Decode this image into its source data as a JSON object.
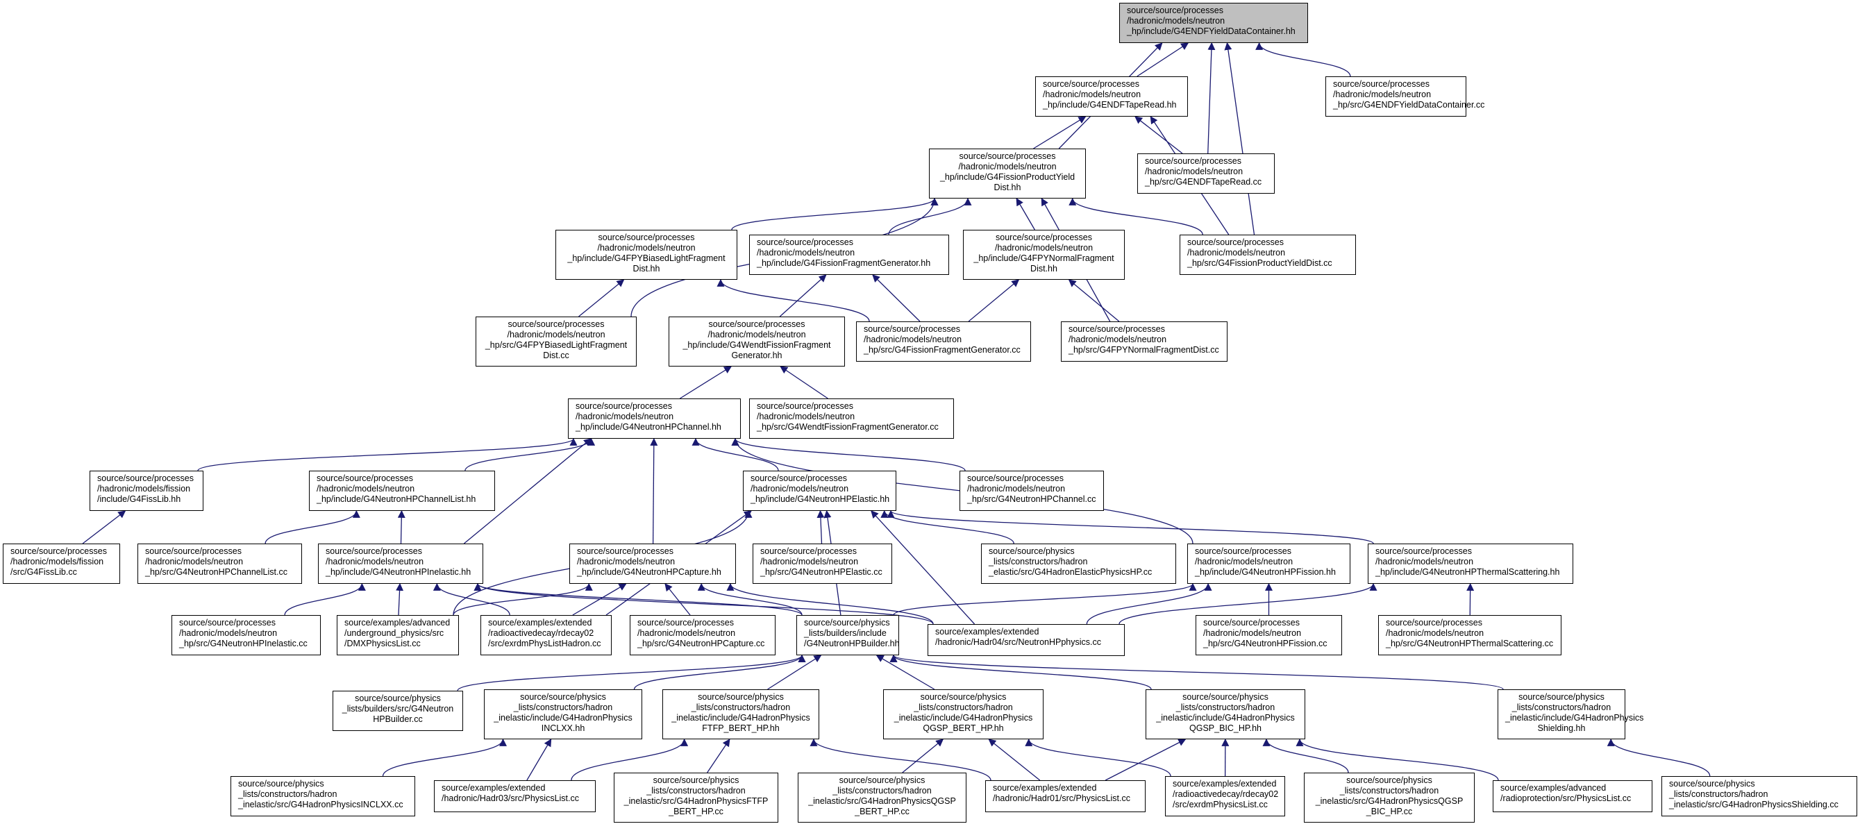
{
  "graph": {
    "edge_color": "#191970",
    "root_fill": "#bfbfbf",
    "nodes": [
      {
        "id": "root",
        "text": "source/source/processes\n/hadronic/models/neutron\n_hp/include/G4ENDFYieldDataContainer.hh",
        "root": true,
        "align": "left"
      },
      {
        "id": "endfcc",
        "text": "source/source/processes\n/hadronic/models/neutron\n_hp/src/G4ENDFYieldDataContainer.cc",
        "align": "left"
      },
      {
        "id": "tapehh",
        "text": "source/source/processes\n/hadronic/models/neutron\n_hp/include/G4ENDFTapeRead.hh",
        "align": "left"
      },
      {
        "id": "fpyhh",
        "text": "source/source/processes\n/hadronic/models/neutron\n_hp/include/G4FissionProductYield\nDist.hh",
        "align": "center"
      },
      {
        "id": "tapecc",
        "text": "source/source/processes\n/hadronic/models/neutron\n_hp/src/G4ENDFTapeRead.cc",
        "align": "left"
      },
      {
        "id": "biasedhh",
        "text": "source/source/processes\n/hadronic/models/neutron\n_hp/include/G4FPYBiasedLightFragment\nDist.hh",
        "align": "center"
      },
      {
        "id": "genhh",
        "text": "source/source/processes\n/hadronic/models/neutron\n_hp/include/G4FissionFragmentGenerator.hh",
        "align": "left"
      },
      {
        "id": "normalhh",
        "text": "source/source/processes\n/hadronic/models/neutron\n_hp/include/G4FPYNormalFragment\nDist.hh",
        "align": "center"
      },
      {
        "id": "fpycc",
        "text": "source/source/processes\n/hadronic/models/neutron\n_hp/src/G4FissionProductYieldDist.cc",
        "align": "left"
      },
      {
        "id": "biasedcc",
        "text": "source/source/processes\n/hadronic/models/neutron\n_hp/src/G4FPYBiasedLightFragment\nDist.cc",
        "align": "center"
      },
      {
        "id": "wendthh",
        "text": "source/source/processes\n/hadronic/models/neutron\n_hp/include/G4WendtFissionFragment\nGenerator.hh",
        "align": "center"
      },
      {
        "id": "gencc",
        "text": "source/source/processes\n/hadronic/models/neutron\n_hp/src/G4FissionFragmentGenerator.cc",
        "align": "left"
      },
      {
        "id": "normalcc",
        "text": "source/source/processes\n/hadronic/models/neutron\n_hp/src/G4FPYNormalFragmentDist.cc",
        "align": "left"
      },
      {
        "id": "chanhh",
        "text": "source/source/processes\n/hadronic/models/neutron\n_hp/include/G4NeutronHPChannel.hh",
        "align": "left"
      },
      {
        "id": "wendtcc",
        "text": "source/source/processes\n/hadronic/models/neutron\n_hp/src/G4WendtFissionFragmentGenerator.cc",
        "align": "left"
      },
      {
        "id": "fisslibhh",
        "text": "source/source/processes\n/hadronic/models/fission\n/include/G4FissLib.hh",
        "align": "left"
      },
      {
        "id": "chanlisthh",
        "text": "source/source/processes\n/hadronic/models/neutron\n_hp/include/G4NeutronHPChannelList.hh",
        "align": "left"
      },
      {
        "id": "elastichh",
        "text": "source/source/processes\n/hadronic/models/neutron\n_hp/include/G4NeutronHPElastic.hh",
        "align": "left"
      },
      {
        "id": "chancc",
        "text": "source/source/processes\n/hadronic/models/neutron\n_hp/src/G4NeutronHPChannel.cc",
        "align": "left"
      },
      {
        "id": "fisslibcc",
        "text": "source/source/processes\n/hadronic/models/fission\n/src/G4FissLib.cc",
        "align": "left"
      },
      {
        "id": "chanlistcc",
        "text": "source/source/processes\n/hadronic/models/neutron\n_hp/src/G4NeutronHPChannelList.cc",
        "align": "left"
      },
      {
        "id": "inelastichh",
        "text": "source/source/processes\n/hadronic/models/neutron\n_hp/include/G4NeutronHPInelastic.hh",
        "align": "left"
      },
      {
        "id": "capturehh",
        "text": "source/source/processes\n/hadronic/models/neutron\n_hp/include/G4NeutronHPCapture.hh",
        "align": "left"
      },
      {
        "id": "elasticcc",
        "text": "source/source/processes\n/hadronic/models/neutron\n_hp/src/G4NeutronHPElastic.cc",
        "align": "left"
      },
      {
        "id": "elasticphyshp",
        "text": "source/source/physics\n_lists/constructors/hadron\n_elastic/src/G4HadronElasticPhysicsHP.cc",
        "align": "left"
      },
      {
        "id": "fissionhh",
        "text": "source/source/processes\n/hadronic/models/neutron\n_hp/include/G4NeutronHPFission.hh",
        "align": "left"
      },
      {
        "id": "thermalhh",
        "text": "source/source/processes\n/hadronic/models/neutron\n_hp/include/G4NeutronHPThermalScattering.hh",
        "align": "left"
      },
      {
        "id": "inelasticcc",
        "text": "source/source/processes\n/hadronic/models/neutron\n_hp/src/G4NeutronHPInelastic.cc",
        "align": "left"
      },
      {
        "id": "dmx",
        "text": "source/examples/advanced\n/underground_physics/src\n/DMXPhysicsList.cc",
        "align": "left"
      },
      {
        "id": "exrdmhadron",
        "text": "source/examples/extended\n/radioactivedecay/rdecay02\n/src/exrdmPhysListHadron.cc",
        "align": "left"
      },
      {
        "id": "capturecc",
        "text": "source/source/processes\n/hadronic/models/neutron\n_hp/src/G4NeutronHPCapture.cc",
        "align": "left"
      },
      {
        "id": "builderhh",
        "text": "source/source/physics\n_lists/builders/include\n/G4NeutronHPBuilder.hh",
        "align": "left"
      },
      {
        "id": "nhpphysics",
        "text": "source/examples/extended\n/hadronic/Hadr04/src/NeutronHPphysics.cc",
        "align": "left"
      },
      {
        "id": "fissioncc",
        "text": "source/source/processes\n/hadronic/models/neutron\n_hp/src/G4NeutronHPFission.cc",
        "align": "left"
      },
      {
        "id": "thermalcc",
        "text": "source/source/processes\n/hadronic/models/neutron\n_hp/src/G4NeutronHPThermalScattering.cc",
        "align": "left"
      },
      {
        "id": "buildercc",
        "text": "source/source/physics\n_lists/builders/src/G4Neutron\nHPBuilder.cc",
        "align": "center"
      },
      {
        "id": "inclxxhh",
        "text": "source/source/physics\n_lists/constructors/hadron\n_inelastic/include/G4HadronPhysics\nINCLXX.hh",
        "align": "center"
      },
      {
        "id": "ftfphh",
        "text": "source/source/physics\n_lists/constructors/hadron\n_inelastic/include/G4HadronPhysics\nFTFP_BERT_HP.hh",
        "align": "center"
      },
      {
        "id": "qgspberthh",
        "text": "source/source/physics\n_lists/constructors/hadron\n_inelastic/include/G4HadronPhysics\nQGSP_BERT_HP.hh",
        "align": "center"
      },
      {
        "id": "qgspbichh",
        "text": "source/source/physics\n_lists/constructors/hadron\n_inelastic/include/G4HadronPhysics\nQGSP_BIC_HP.hh",
        "align": "center"
      },
      {
        "id": "shieldinghh",
        "text": "source/source/physics\n_lists/constructors/hadron\n_inelastic/include/G4HadronPhysics\nShielding.hh",
        "align": "center"
      },
      {
        "id": "inclxxcc",
        "text": "source/source/physics\n_lists/constructors/hadron\n_inelastic/src/G4HadronPhysicsINCLXX.cc",
        "align": "left"
      },
      {
        "id": "hadr03",
        "text": "source/examples/extended\n/hadronic/Hadr03/src/PhysicsList.cc",
        "align": "left"
      },
      {
        "id": "ftfpcc",
        "text": "source/source/physics\n_lists/constructors/hadron\n_inelastic/src/G4HadronPhysicsFTFP\n_BERT_HP.cc",
        "align": "center"
      },
      {
        "id": "qgspbertcc",
        "text": "source/source/physics\n_lists/constructors/hadron\n_inelastic/src/G4HadronPhysicsQGSP\n_BERT_HP.cc",
        "align": "center"
      },
      {
        "id": "hadr01",
        "text": "source/examples/extended\n/hadronic/Hadr01/src/PhysicsList.cc",
        "align": "left"
      },
      {
        "id": "exrdmphys",
        "text": "source/examples/extended\n/radioactivedecay/rdecay02\n/src/exrdmPhysicsList.cc",
        "align": "left"
      },
      {
        "id": "qgspbiccc",
        "text": "source/source/physics\n_lists/constructors/hadron\n_inelastic/src/G4HadronPhysicsQGSP\n_BIC_HP.cc",
        "align": "center"
      },
      {
        "id": "radioprot",
        "text": "source/examples/advanced\n/radioprotection/src/PhysicsList.cc",
        "align": "left"
      },
      {
        "id": "shieldingcc",
        "text": "source/source/physics\n_lists/constructors/hadron\n_inelastic/src/G4HadronPhysicsShielding.cc",
        "align": "left"
      }
    ],
    "edges": [
      [
        "endfcc",
        "root"
      ],
      [
        "tapehh",
        "root"
      ],
      [
        "fpyhh",
        "root"
      ],
      [
        "tapecc",
        "root"
      ],
      [
        "fpycc",
        "root"
      ],
      [
        "fpyhh",
        "tapehh"
      ],
      [
        "tapecc",
        "tapehh"
      ],
      [
        "fpycc",
        "tapehh"
      ],
      [
        "biasedhh",
        "fpyhh"
      ],
      [
        "genhh",
        "fpyhh"
      ],
      [
        "normalhh",
        "fpyhh"
      ],
      [
        "fpycc",
        "fpyhh"
      ],
      [
        "biasedcc",
        "fpyhh"
      ],
      [
        "normalcc",
        "fpyhh"
      ],
      [
        "biasedcc",
        "biasedhh"
      ],
      [
        "gencc",
        "biasedhh"
      ],
      [
        "wendthh",
        "genhh"
      ],
      [
        "gencc",
        "genhh"
      ],
      [
        "gencc",
        "normalhh"
      ],
      [
        "normalcc",
        "normalhh"
      ],
      [
        "chanhh",
        "wendthh"
      ],
      [
        "wendtcc",
        "wendthh"
      ],
      [
        "fisslibhh",
        "chanhh"
      ],
      [
        "chanlisthh",
        "chanhh"
      ],
      [
        "elastichh",
        "chanhh"
      ],
      [
        "chancc",
        "chanhh"
      ],
      [
        "inelastichh",
        "chanhh"
      ],
      [
        "capturehh",
        "chanhh"
      ],
      [
        "fissionhh",
        "chanhh"
      ],
      [
        "fisslibcc",
        "fisslibhh"
      ],
      [
        "chanlistcc",
        "chanlisthh"
      ],
      [
        "inelastichh",
        "chanlisthh"
      ],
      [
        "elasticcc",
        "elastichh"
      ],
      [
        "elasticphyshp",
        "elastichh"
      ],
      [
        "thermalhh",
        "elastichh"
      ],
      [
        "builderhh",
        "elastichh"
      ],
      [
        "nhpphysics",
        "elastichh"
      ],
      [
        "dmx",
        "elastichh"
      ],
      [
        "exrdmhadron",
        "elastichh"
      ],
      [
        "inelasticcc",
        "inelastichh"
      ],
      [
        "dmx",
        "inelastichh"
      ],
      [
        "exrdmhadron",
        "inelastichh"
      ],
      [
        "builderhh",
        "inelastichh"
      ],
      [
        "nhpphysics",
        "inelastichh"
      ],
      [
        "capturecc",
        "capturehh"
      ],
      [
        "dmx",
        "capturehh"
      ],
      [
        "exrdmhadron",
        "capturehh"
      ],
      [
        "builderhh",
        "capturehh"
      ],
      [
        "nhpphysics",
        "capturehh"
      ],
      [
        "fissioncc",
        "fissionhh"
      ],
      [
        "builderhh",
        "fissionhh"
      ],
      [
        "nhpphysics",
        "fissionhh"
      ],
      [
        "thermalcc",
        "thermalhh"
      ],
      [
        "nhpphysics",
        "thermalhh"
      ],
      [
        "buildercc",
        "builderhh"
      ],
      [
        "inclxxhh",
        "builderhh"
      ],
      [
        "ftfphh",
        "builderhh"
      ],
      [
        "qgspberthh",
        "builderhh"
      ],
      [
        "qgspbichh",
        "builderhh"
      ],
      [
        "shieldinghh",
        "builderhh"
      ],
      [
        "inclxxcc",
        "inclxxhh"
      ],
      [
        "hadr03",
        "inclxxhh"
      ],
      [
        "hadr03",
        "ftfphh"
      ],
      [
        "ftfpcc",
        "ftfphh"
      ],
      [
        "hadr01",
        "ftfphh"
      ],
      [
        "qgspbertcc",
        "qgspberthh"
      ],
      [
        "hadr01",
        "qgspberthh"
      ],
      [
        "exrdmphys",
        "qgspberthh"
      ],
      [
        "hadr01",
        "qgspbichh"
      ],
      [
        "exrdmphys",
        "qgspbichh"
      ],
      [
        "qgspbiccc",
        "qgspbichh"
      ],
      [
        "radioprot",
        "qgspbichh"
      ],
      [
        "shieldingcc",
        "shieldinghh"
      ]
    ]
  }
}
